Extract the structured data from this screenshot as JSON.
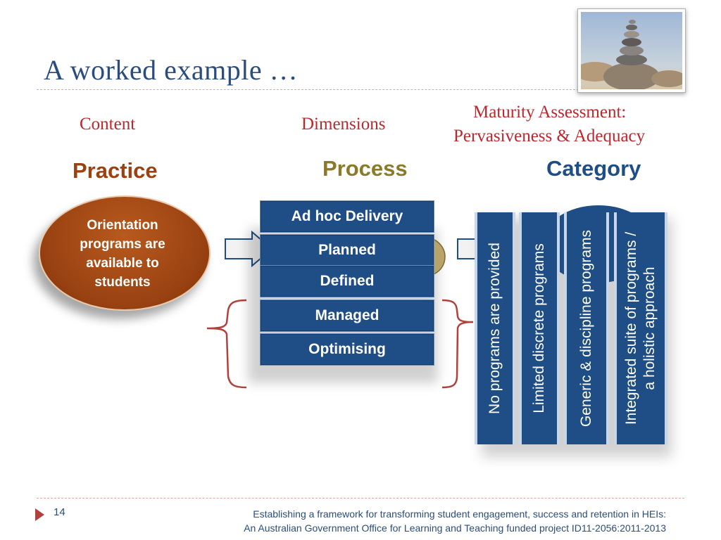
{
  "slide": {
    "title": "A worked example …",
    "page_number": "14"
  },
  "headers": {
    "content": "Content",
    "dimensions": "Dimensions",
    "maturity_line1": "Maturity Assessment:",
    "maturity_line2": "Pervasiveness & Adequacy"
  },
  "subheaders": {
    "practice": "Practice",
    "process": "Process",
    "category": "Category"
  },
  "practice_oval": {
    "line1": "Orientation",
    "line2": "programs are",
    "line3": "available to",
    "line4": "students"
  },
  "levels": [
    "Ad hoc Delivery",
    "Planned",
    "Defined",
    "Managed",
    "Optimising"
  ],
  "categories": [
    {
      "line1": "No programs are provided",
      "line2": ""
    },
    {
      "line1": "Limited discrete programs",
      "line2": ""
    },
    {
      "line1": "Generic & discipline programs",
      "line2": ""
    },
    {
      "line1": "Integrated suite of programs /",
      "line2": "a holistic approach"
    }
  ],
  "footer": {
    "line1": "Establishing a framework for transforming student engagement, success and retention in HEIs:",
    "line2": "An Australian Government Office for Learning and Teaching funded project  ID11-2056:2011-2013"
  },
  "colors": {
    "title": "#2a4d7e",
    "header_red": "#c0262d",
    "practice_brown": "#9a4212",
    "process_olive": "#8a7a2a",
    "category_navy": "#1f4e86",
    "box_blue": "#1f4e86",
    "brace_red": "#b3413b"
  }
}
